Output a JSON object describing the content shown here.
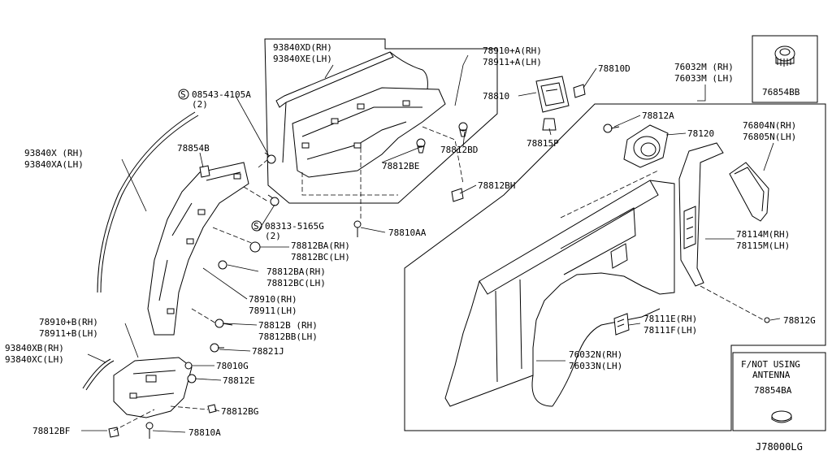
{
  "callouts": {
    "c93840xd": "93840XD(RH)",
    "c93840xe": "93840XE(LH)",
    "c78910a": "78910+A(RH)",
    "c78911a": "78911+A(LH)",
    "c78810d": "78810D",
    "c78810": "78810",
    "c78815p": "78815P",
    "c76032m": "76032M (RH)",
    "c76033m": "76033M (LH)",
    "c76854bb": "76854BB",
    "c08543": "08543-4105A",
    "c08543q": "(2)",
    "c78812a": "78812A",
    "c78120": "78120",
    "c76804n": "76804N(RH)",
    "c76805n": "76805N(LH)",
    "c78812bd": "78812BD",
    "c78812be": "78812BE",
    "c93840x": "93840X (RH)",
    "c93840xa": "93840XA(LH)",
    "c78854b": "78854B",
    "c78812bh": "78812BH",
    "c08313": "08313-5165G",
    "c08313q": "(2)",
    "c78810aa": "78810AA",
    "c78812ba": "78812BA(RH)",
    "c78812bc": "78812BC(LH)",
    "c78812ba2": "78812BA(RH)",
    "c78812bc2": "78812BC(LH)",
    "c78114m": "78114M(RH)",
    "c78115m": "78115M(LH)",
    "c78910": "78910(RH)",
    "c78911": "78911(LH)",
    "c78910b": "78910+B(RH)",
    "c78911b": "78911+B(LH)",
    "c78812b": "78812B (RH)",
    "c78812bb": "78812BB(LH)",
    "c78111e": "78111E(RH)",
    "c78111f": "78111F(LH)",
    "c78812g": "78812G",
    "c93840xb": "93840XB(RH)",
    "c93840xc": "93840XC(LH)",
    "c78821j": "78821J",
    "c78010g": "78010G",
    "c78812e": "78812E",
    "c76032n": "76032N(RH)",
    "c76033n": "76033N(LH)",
    "c78812bg": "78812BG",
    "c78812bf": "78812BF",
    "c78810a": "78810A",
    "c78854ba": "78854BA"
  },
  "note": {
    "line1": "F/NOT USING",
    "line2": "ANTENNA"
  },
  "diagram_id": "J78000LG",
  "circle_marker": "S"
}
